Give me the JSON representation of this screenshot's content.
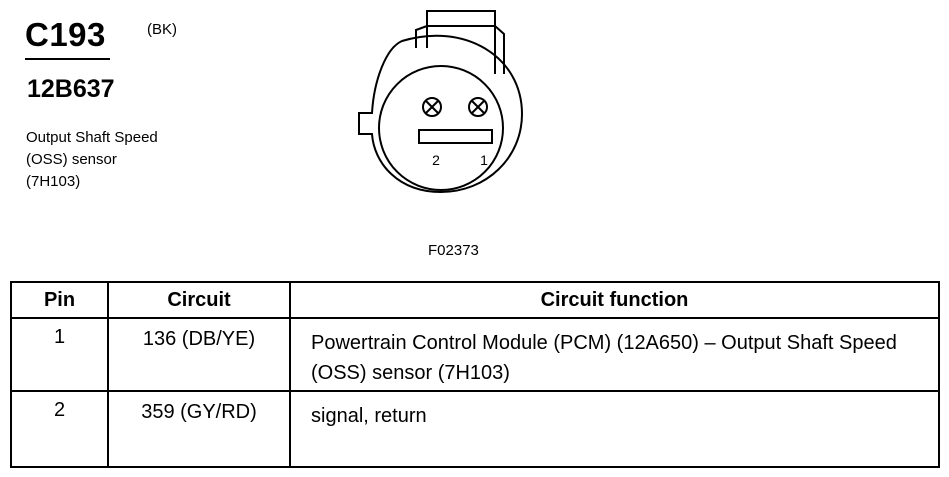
{
  "connector": {
    "id": "C193",
    "color": "(BK)",
    "part_number": "12B637",
    "description_lines": [
      "Output Shaft Speed",
      "(OSS) sensor",
      "(7H103)"
    ],
    "pin_labels": [
      "2",
      "1"
    ]
  },
  "figure_id": "F02373",
  "table": {
    "headers": [
      "Pin",
      "Circuit",
      "Circuit function"
    ],
    "rows": [
      {
        "pin": "1",
        "circuit": "136 (DB/YE)",
        "function": "Powertrain Control Module (PCM) (12A650) – Output Shaft Speed (OSS) sensor (7H103)"
      },
      {
        "pin": "2",
        "circuit": "359 (GY/RD)",
        "function": "signal, return"
      }
    ]
  }
}
